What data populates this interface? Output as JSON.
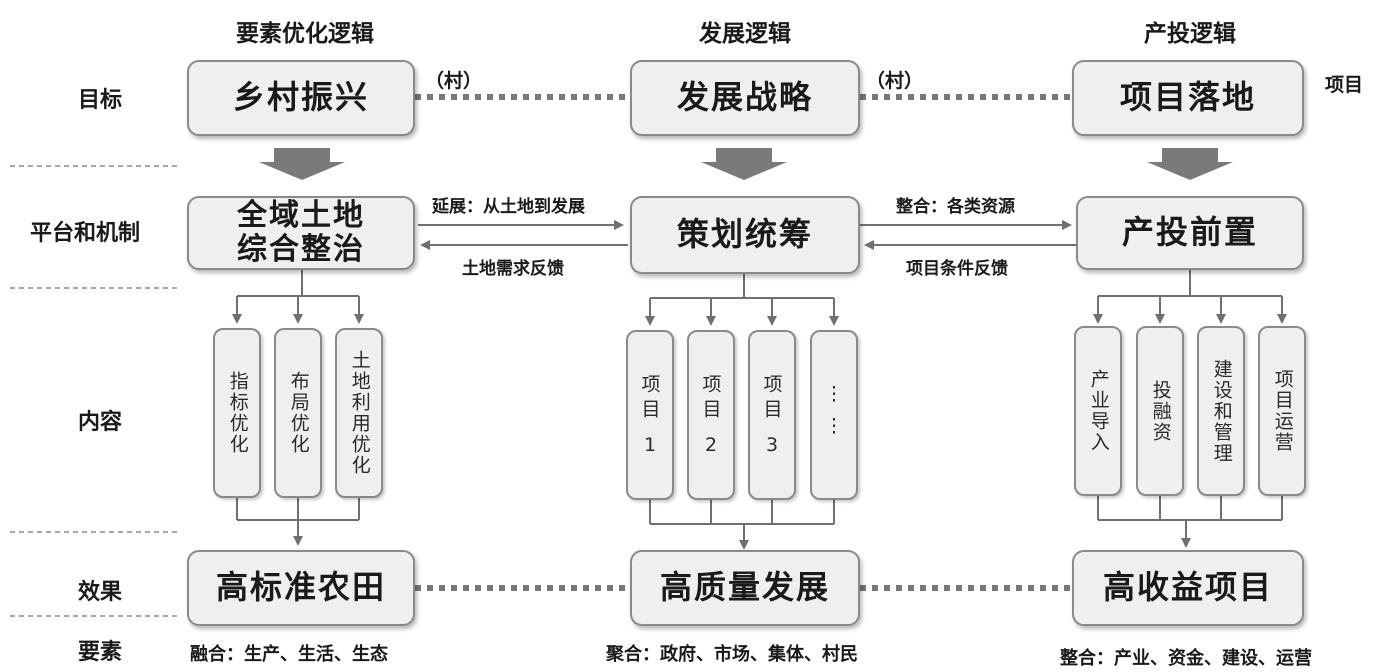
{
  "columns": {
    "left": "要素优化逻辑",
    "middle": "发展逻辑",
    "right": "产投逻辑"
  },
  "rows": {
    "goal": "目标",
    "platform": "平台和机制",
    "content": "内容",
    "effect": "效果",
    "elements": "要素"
  },
  "goal": {
    "left": "乡村振兴",
    "middle": "发展战略",
    "right": "项目落地",
    "link_left": "（村）",
    "link_right": "（村）",
    "right_note": "项目"
  },
  "platform": {
    "left_line1": "全域土地",
    "left_line2": "综合整治",
    "middle": "策划统筹",
    "right": "产投前置",
    "arrow_lm_top": "延展：从土地到发展",
    "arrow_lm_bottom": "土地需求反馈",
    "arrow_mr_top": "整合：各类资源",
    "arrow_mr_bottom": "项目条件反馈"
  },
  "content": {
    "left": [
      "指标优化",
      "布局优化",
      "土地利用优化"
    ],
    "middle": [
      {
        "name": "项目",
        "num": "1"
      },
      {
        "name": "项目",
        "num": "2"
      },
      {
        "name": "项目",
        "num": "3"
      },
      {
        "name": "⋮⋮",
        "num": ""
      }
    ],
    "right": [
      "产业导入",
      "投融资",
      "建设和管理",
      "项目运营"
    ]
  },
  "effect": {
    "left": "高标准农田",
    "middle": "高质量发展",
    "right": "高收益项目"
  },
  "elements": {
    "left": "融合：生产、生活、生态",
    "middle": "聚合：政府、市场、集体、村民",
    "right": "整合：产业、资金、建设、运营"
  }
}
